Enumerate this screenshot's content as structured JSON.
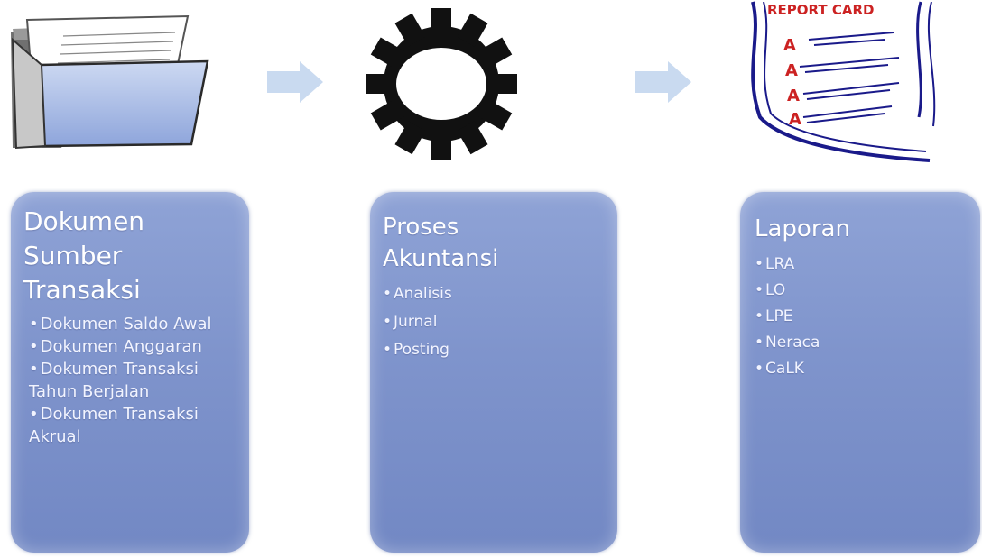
{
  "icons": {
    "source_docs": "folder-icon",
    "process": "gear-icon",
    "report": "report-card-icon",
    "report_card_text": "REPORT CARD",
    "report_card_grade": "A"
  },
  "colors": {
    "box_fill": "#8094cc",
    "arrow_fill": "#c9daf0",
    "text": "#ffffff"
  },
  "boxes": [
    {
      "title": "Dokumen\nSumber\nTransaksi",
      "items": [
        "Dokumen Saldo Awal",
        "Dokumen Anggaran",
        "Dokumen Transaksi Tahun Berjalan",
        "Dokumen Transaksi Akrual"
      ]
    },
    {
      "title": "Proses\nAkuntansi",
      "items": [
        "Analisis",
        "Jurnal",
        "Posting"
      ]
    },
    {
      "title": "Laporan",
      "items": [
        "LRA",
        "LO",
        "LPE",
        "Neraca",
        "CaLK"
      ]
    }
  ]
}
